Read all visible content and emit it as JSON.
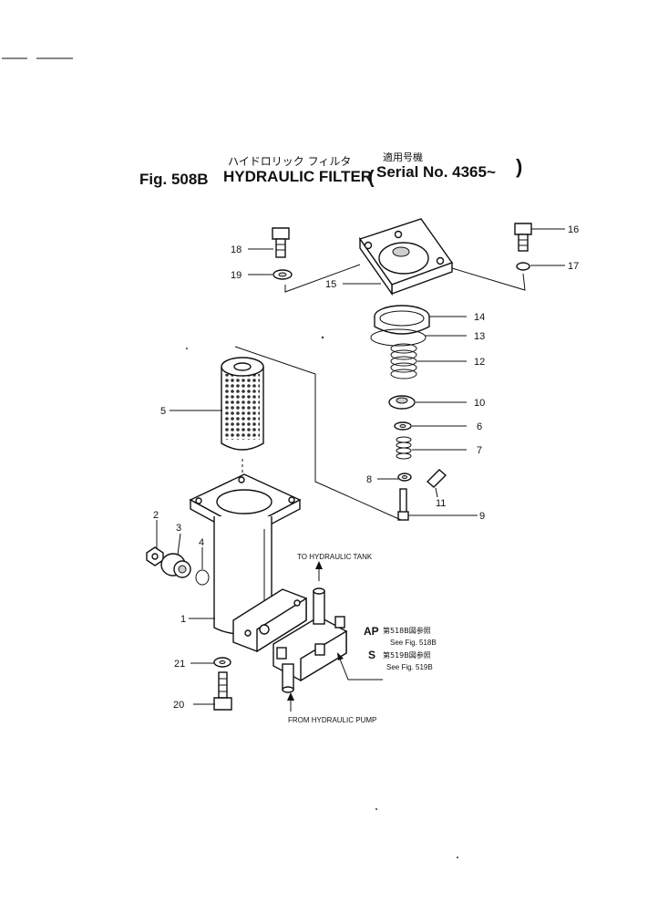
{
  "header": {
    "japanese_title": "ハイドロリック フィルタ",
    "japanese_serial": "適用号機",
    "fig_label": "Fig. 508B",
    "title": "HYDRAULIC FILTER",
    "serial": "Serial No. 4365~"
  },
  "callouts": [
    "1",
    "2",
    "3",
    "4",
    "5",
    "6",
    "7",
    "8",
    "9",
    "10",
    "11",
    "12",
    "13",
    "14",
    "15",
    "16",
    "17",
    "18",
    "19",
    "20",
    "21"
  ],
  "flow_labels": {
    "to_tank": "TO HYDRAULIC TANK",
    "from_pump": "FROM HYDRAULIC PUMP"
  },
  "refs": [
    {
      "code": "AP",
      "jp": "第518B図参照",
      "en": "See Fig. 518B"
    },
    {
      "code": "S",
      "jp": "第519B図参照",
      "en": "See Fig. 519B"
    }
  ]
}
